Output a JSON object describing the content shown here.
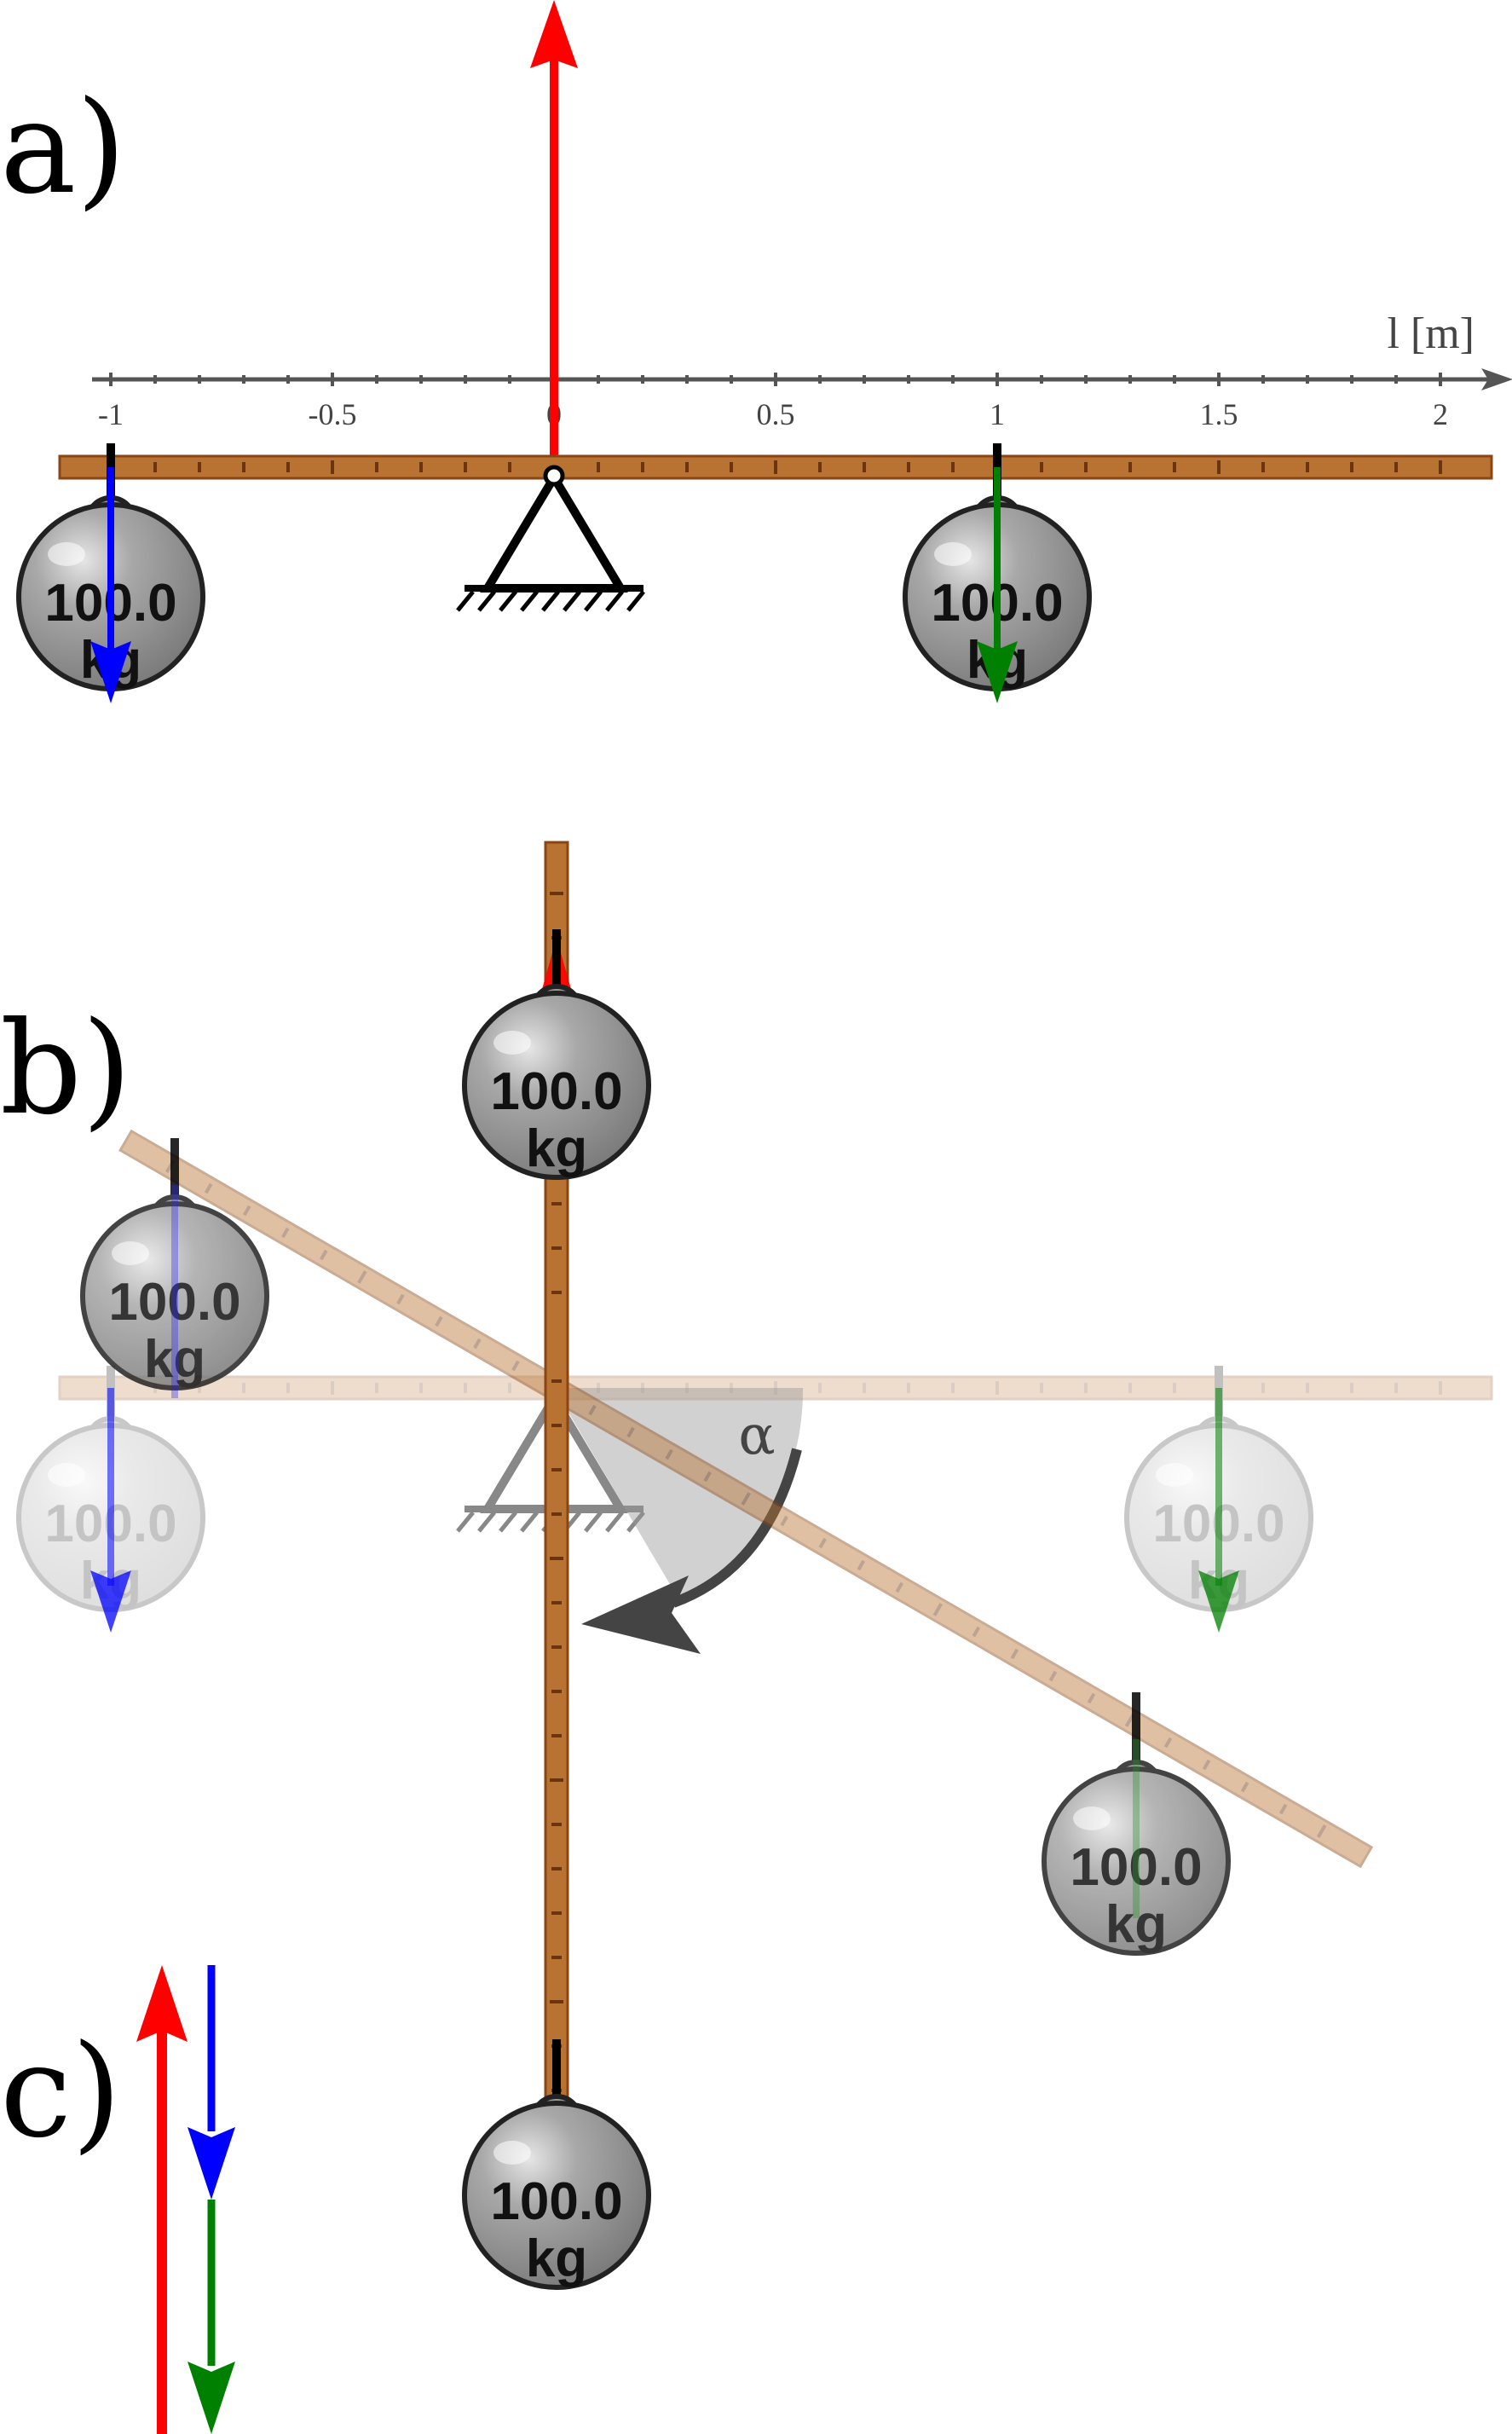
{
  "panels": {
    "a": "a)",
    "b": "b)",
    "c": "c)"
  },
  "axis": {
    "title": "l [m]",
    "ticks": [
      "-1",
      "-0.5",
      "0",
      "0.5",
      "1",
      "1.5",
      "2"
    ]
  },
  "weights": {
    "label_value": "100.0",
    "label_unit": "kg"
  },
  "angle_symbol": "α",
  "colors": {
    "support_force": "#ff0000",
    "left_weight_force": "#0000ff",
    "right_weight_force": "#008000",
    "beam": "#b87333",
    "beam_edge": "#8b4513",
    "weight_fill": "#9a9a9a",
    "rotation_arrow": "#444444"
  }
}
